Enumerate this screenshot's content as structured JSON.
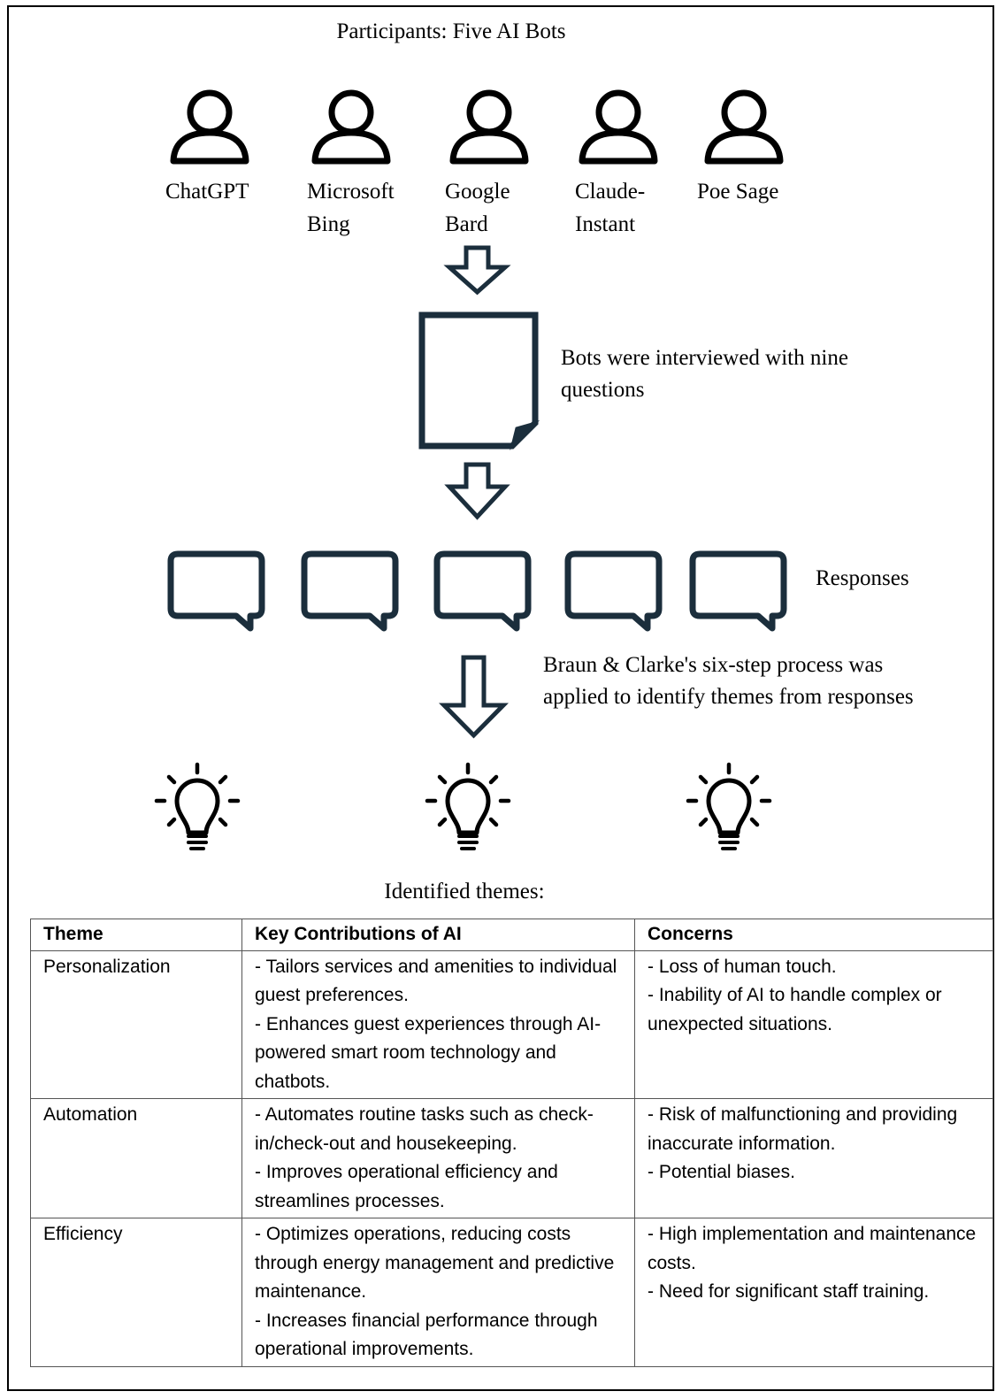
{
  "header": {
    "title": "Participants: Five AI Bots"
  },
  "participants": [
    {
      "label": "ChatGPT"
    },
    {
      "label": "Microsoft\nBing"
    },
    {
      "label": "Google\nBard"
    },
    {
      "label": "Claude-\nInstant"
    },
    {
      "label": "Poe Sage"
    }
  ],
  "steps": {
    "interview_note": "Bots were interviewed with nine questions",
    "responses_label": "Responses",
    "analysis_note": "Braun & Clarke's six-step process was applied to identify themes from responses",
    "themes_caption": "Identified themes:"
  },
  "icons": {
    "participant": "person-icon",
    "questions": "document-icon",
    "response": "speech-bubble-icon",
    "theme": "lightbulb-icon",
    "flow": "down-arrow-icon"
  },
  "colors": {
    "diagram_stroke": "#1b2e3c"
  },
  "table": {
    "headers": [
      "Theme",
      "Key Contributions of AI",
      "Concerns"
    ],
    "rows": [
      {
        "theme": "Personalization",
        "contributions": [
          "- Tailors services and amenities to individual guest preferences.",
          "- Enhances guest experiences through AI-powered smart room technology and chatbots."
        ],
        "concerns": [
          "- Loss of human touch.",
          "- Inability of AI to handle complex or unexpected situations."
        ]
      },
      {
        "theme": "Automation",
        "contributions": [
          "- Automates routine tasks such as check-in/check-out and housekeeping.",
          "- Improves operational efficiency and streamlines processes."
        ],
        "concerns": [
          "- Risk of malfunctioning and providing inaccurate information.",
          "- Potential biases."
        ]
      },
      {
        "theme": "Efficiency",
        "contributions": [
          "- Optimizes operations, reducing costs through energy management and predictive maintenance.",
          "- Increases financial performance through operational improvements."
        ],
        "concerns": [
          "- High implementation and maintenance costs.",
          "- Need for significant staff training."
        ]
      }
    ]
  }
}
